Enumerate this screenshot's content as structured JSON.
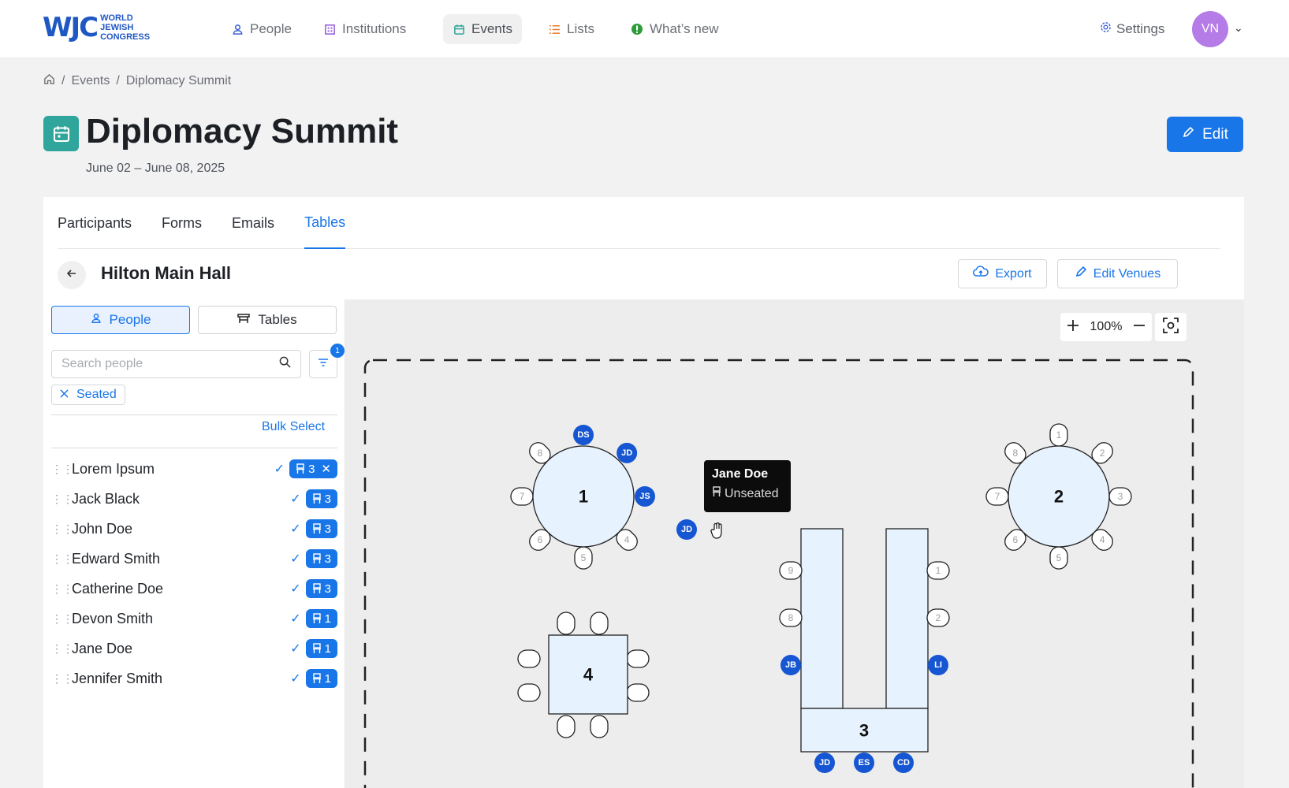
{
  "nav": {
    "logo_mark": "WJC",
    "logo_lines": [
      "WORLD",
      "JEWISH",
      "CONGRESS"
    ],
    "items": [
      {
        "label": "People",
        "icon": "person-icon"
      },
      {
        "label": "Institutions",
        "icon": "building-icon"
      },
      {
        "label": "Events",
        "icon": "calendar-icon"
      },
      {
        "label": "Lists",
        "icon": "list-icon"
      },
      {
        "label": "What’s new",
        "icon": "new-badge-icon"
      }
    ],
    "settings_label": "Settings",
    "avatar_initials": "VN"
  },
  "breadcrumb": {
    "items": [
      "Events",
      "Diplomacy Summit"
    ]
  },
  "page": {
    "title": "Diplomacy Summit",
    "dates": "June 02 – June 08, 2025",
    "edit_label": "Edit"
  },
  "tabs": [
    "Participants",
    "Forms",
    "Emails",
    "Tables"
  ],
  "active_tab": "Tables",
  "venue": {
    "title": "Hilton Main Hall",
    "export_label": "Export",
    "edit_venues_label": "Edit Venues"
  },
  "panel": {
    "segments": [
      "People",
      "Tables"
    ],
    "search_placeholder": "Search people",
    "filter_count": "1",
    "active_filter": "Seated",
    "bulk_select_label": "Bulk Select",
    "people": [
      {
        "name": "Lorem Ipsum",
        "table": "3",
        "removable": true
      },
      {
        "name": "Jack Black",
        "table": "3"
      },
      {
        "name": "John Doe",
        "table": "3"
      },
      {
        "name": "Edward Smith",
        "table": "3"
      },
      {
        "name": "Catherine Doe",
        "table": "3"
      },
      {
        "name": "Devon Smith",
        "table": "1"
      },
      {
        "name": "Jane Doe",
        "table": "1"
      },
      {
        "name": "Jennifer Smith",
        "table": "1"
      }
    ]
  },
  "canvas": {
    "zoom": "100%",
    "tables": [
      {
        "label": "1",
        "shape": "round",
        "seats": [
          "1",
          "2",
          "3",
          "4",
          "5",
          "6",
          "7",
          "8"
        ],
        "occupied": {
          "1": "DS",
          "2": "JD",
          "3": "JS"
        }
      },
      {
        "label": "2",
        "shape": "round",
        "seats": [
          "1",
          "2",
          "3",
          "4",
          "5",
          "6",
          "7",
          "8"
        ],
        "occupied": {}
      },
      {
        "label": "3",
        "shape": "u-shape",
        "seat_labels": [
          "1",
          "2",
          "8",
          "9"
        ],
        "occupied": [
          "JB",
          "LI",
          "JD",
          "ES",
          "CD"
        ]
      },
      {
        "label": "4",
        "shape": "square",
        "seats": 8,
        "occupied": {}
      }
    ],
    "dragging": {
      "initials": "JD",
      "name": "Jane Doe",
      "status": "Unseated"
    }
  },
  "colors": {
    "accent": "#1976e8",
    "table_fill": "#e6f2fd",
    "seat_occupied": "#1656d2"
  }
}
